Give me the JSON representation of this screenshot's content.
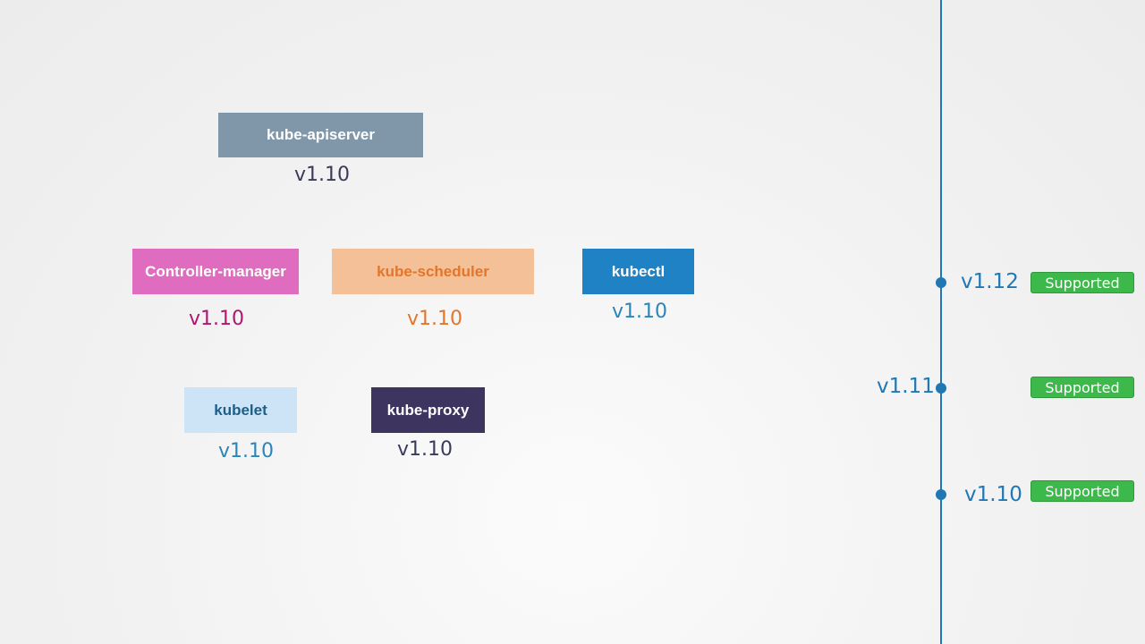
{
  "components": [
    {
      "name": "kube-apiserver",
      "version": "v1.10"
    },
    {
      "name": "Controller-manager",
      "version": "v1.10"
    },
    {
      "name": "kube-scheduler",
      "version": "v1.10"
    },
    {
      "name": "kubectl",
      "version": "v1.10"
    },
    {
      "name": "kubelet",
      "version": "v1.10"
    },
    {
      "name": "kube-proxy",
      "version": "v1.10"
    }
  ],
  "timeline": [
    {
      "version": "v1.12",
      "status": "Supported"
    },
    {
      "version": "v1.11",
      "status": "Supported"
    },
    {
      "version": "v1.10",
      "status": "Supported"
    }
  ],
  "colors": {
    "accent": "#1f78b4",
    "supported": "#3cb94a"
  }
}
